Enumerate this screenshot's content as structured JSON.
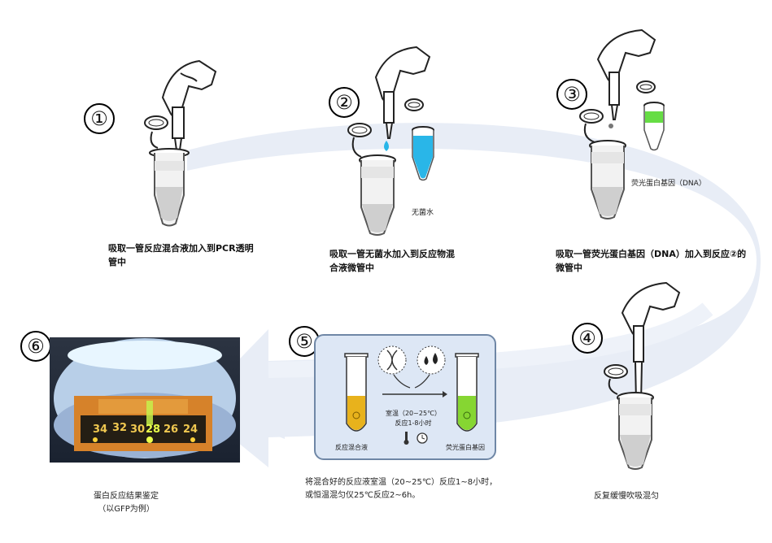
{
  "steps": [
    {
      "number": "①",
      "caption": "吸取一管反应混合液加入到PCR透明管中"
    },
    {
      "number": "②",
      "caption": "吸取一管无菌水加入到反应物混合液微管中",
      "label": "无菌水"
    },
    {
      "number": "③",
      "caption": "吸取一管荧光蛋白基因（DNA）加入到反应②的微管中",
      "label": "荧光蛋白基因（DNA）"
    },
    {
      "number": "④",
      "caption": "反复缓慢吹吸混匀"
    },
    {
      "number": "⑤",
      "caption": "将混合好的反应液室温（20~25℃）反应1~8小时，或恒温混匀仪25℃反应2~6h。",
      "panel": {
        "condition_line1": "室温（20~25℃）",
        "condition_line2": "反应1-8小时",
        "left_label": "反应混合液",
        "right_label": "荧光蛋白基因"
      }
    },
    {
      "number": "⑥",
      "caption_line1": "蛋白反应结果鉴定",
      "caption_line2": "（以GFP为例）",
      "photo_numbers": [
        "34",
        "32",
        "30",
        "28",
        "26",
        "24"
      ]
    }
  ],
  "colors": {
    "arrow": "#e6ebf5",
    "water": "#29b6e8",
    "gfp": "#66dd44",
    "yellow": "#e8b21c",
    "panel_bg": "#dde7f5"
  }
}
